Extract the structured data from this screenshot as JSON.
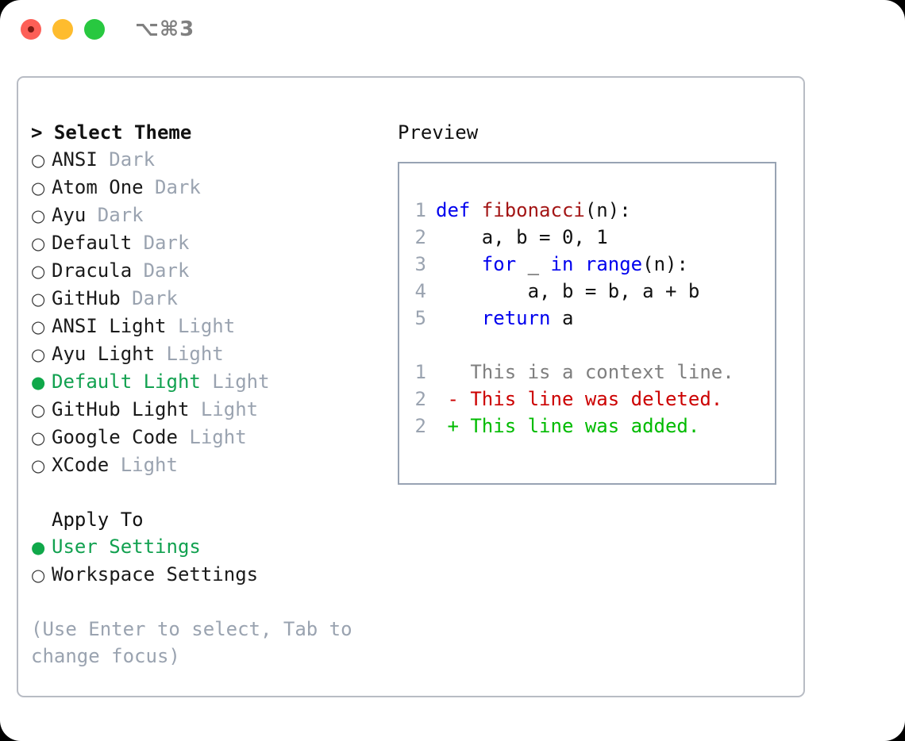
{
  "titlebar": {
    "shortcut": "⌥⌘3",
    "buttons": {
      "close": "close",
      "minimize": "minimize",
      "maximize": "maximize"
    }
  },
  "theme_picker": {
    "heading": "> Select Theme",
    "bullet_unselected": "○",
    "bullet_selected": "●",
    "items": [
      {
        "label": "ANSI",
        "suffix": "Dark",
        "selected": false
      },
      {
        "label": "Atom One",
        "suffix": "Dark",
        "selected": false
      },
      {
        "label": "Ayu",
        "suffix": "Dark",
        "selected": false
      },
      {
        "label": "Default",
        "suffix": "Dark",
        "selected": false
      },
      {
        "label": "Dracula",
        "suffix": "Dark",
        "selected": false
      },
      {
        "label": "GitHub",
        "suffix": "Dark",
        "selected": false
      },
      {
        "label": "ANSI Light",
        "suffix": "Light",
        "selected": false
      },
      {
        "label": "Ayu Light",
        "suffix": "Light",
        "selected": false
      },
      {
        "label": "Default Light",
        "suffix": "Light",
        "selected": true
      },
      {
        "label": "GitHub Light",
        "suffix": "Light",
        "selected": false
      },
      {
        "label": "Google Code",
        "suffix": "Light",
        "selected": false
      },
      {
        "label": "XCode",
        "suffix": "Light",
        "selected": false
      }
    ]
  },
  "apply_to": {
    "title": "Apply To",
    "items": [
      {
        "label": "User Settings",
        "selected": true
      },
      {
        "label": "Workspace Settings",
        "selected": false
      }
    ]
  },
  "hint": "(Use Enter to select, Tab to change focus)",
  "preview": {
    "title": "Preview",
    "code_lines": [
      {
        "number": "1",
        "tokens": [
          {
            "text": "def ",
            "kind": "kw"
          },
          {
            "text": "fibonacci",
            "kind": "fn"
          },
          {
            "text": "(n):",
            "kind": "plain"
          }
        ]
      },
      {
        "number": "2",
        "tokens": [
          {
            "text": "    a, b = 0, 1",
            "kind": "plain"
          }
        ]
      },
      {
        "number": "3",
        "tokens": [
          {
            "text": "    ",
            "kind": "plain"
          },
          {
            "text": "for",
            "kind": "kw"
          },
          {
            "text": " _ ",
            "kind": "plain"
          },
          {
            "text": "in",
            "kind": "kw"
          },
          {
            "text": " ",
            "kind": "plain"
          },
          {
            "text": "range",
            "kind": "kw"
          },
          {
            "text": "(n):",
            "kind": "plain"
          }
        ]
      },
      {
        "number": "4",
        "tokens": [
          {
            "text": "        a, b = b, a + b",
            "kind": "plain"
          }
        ]
      },
      {
        "number": "5",
        "tokens": [
          {
            "text": "    ",
            "kind": "plain"
          },
          {
            "text": "return",
            "kind": "kw"
          },
          {
            "text": " a",
            "kind": "plain"
          }
        ]
      }
    ],
    "diff_lines": [
      {
        "number": "1",
        "marker": "  ",
        "text": "This is a context line.",
        "kind": "ctx"
      },
      {
        "number": "2",
        "marker": "- ",
        "text": "This line was deleted.",
        "kind": "del"
      },
      {
        "number": "2",
        "marker": "+ ",
        "text": "This line was added.",
        "kind": "add"
      }
    ]
  },
  "colors": {
    "selected_green": "#12a150",
    "muted_gray": "#9aa3b0",
    "keyword_blue": "#0000ee",
    "function_red": "#a31515",
    "diff_delete": "#cc0000",
    "diff_add": "#00bb00",
    "panel_border": "#b8bcc4",
    "preview_border": "#98a3b3"
  }
}
